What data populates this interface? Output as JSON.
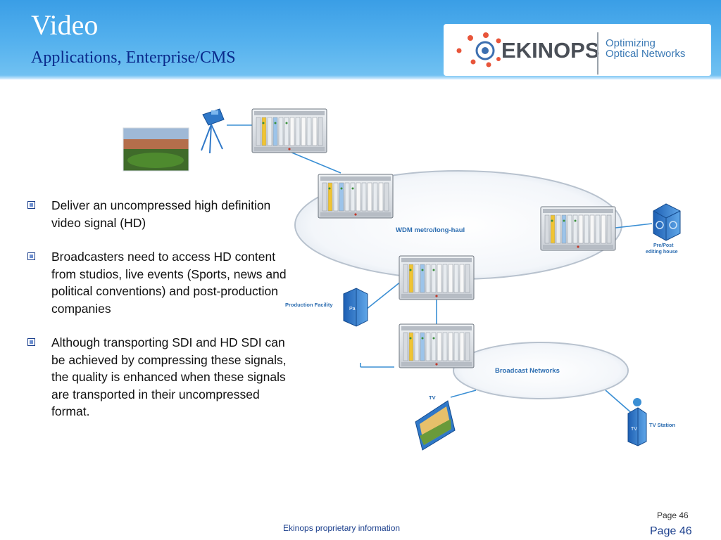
{
  "header": {
    "title": "Video",
    "subtitle": "Applications, Enterprise/CMS"
  },
  "logo": {
    "wordmark": "EKINOPS",
    "tagline_line1": "Optimizing",
    "tagline_line2": "Optical Networks"
  },
  "bullets": [
    {
      "text": "Deliver an uncompressed high definition video signal (HD)"
    },
    {
      "text": "Broadcasters need to access HD content from studios, live events (Sports, news and political conventions) and post-production companies"
    },
    {
      "text": "Although transporting SDI and HD SDI can be achieved by compressing these signals,  the  quality is enhanced when these signals are transported in their uncompressed format."
    }
  ],
  "diagram": {
    "ring_top_label": "WDM metro/long-haul",
    "ring_bottom_label": "Broadcast Networks",
    "production_label": "Production Facility",
    "production_sign": "Pa",
    "postprod_label_line1": "Pre/Post",
    "postprod_label_line2": "editing house",
    "tv_label": "TV",
    "station_label": "TV Station",
    "station_sign": "TV"
  },
  "footer": {
    "proprietary": "Ekinops proprietary information",
    "page_small": "Page 46",
    "page_big": "Page 46"
  }
}
